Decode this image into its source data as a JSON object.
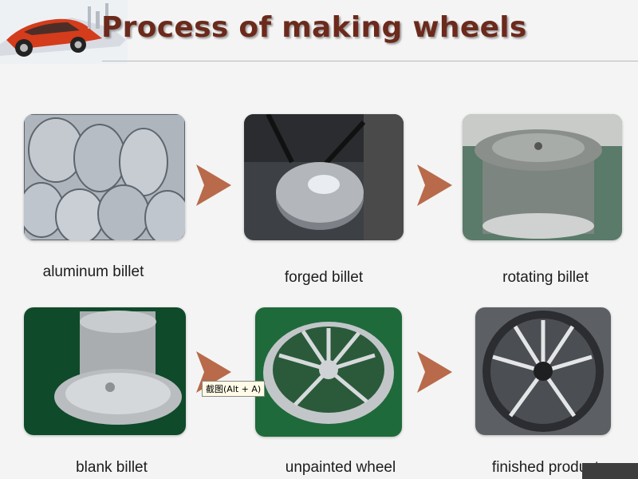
{
  "slide": {
    "title": "Process of making wheels",
    "steps": [
      {
        "label": "aluminum billet"
      },
      {
        "label": "forged billet"
      },
      {
        "label": "rotating billet"
      },
      {
        "label": "blank billet"
      },
      {
        "label": "unpainted wheel"
      },
      {
        "label": "finished product"
      }
    ],
    "arrow_color": "#b86a4a",
    "title_color": "#6b2a1c"
  },
  "tooltip": {
    "text": "截图(Alt + A)"
  },
  "icons": [
    "arrow-right-icon",
    "car-logo-icon"
  ]
}
